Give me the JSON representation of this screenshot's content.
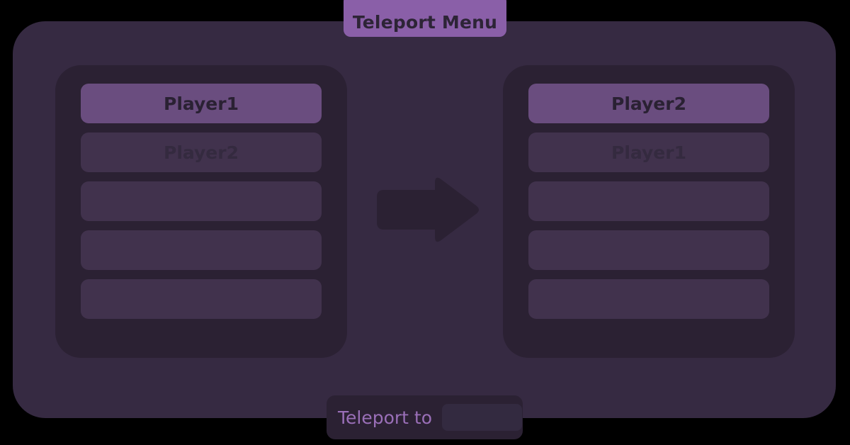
{
  "window": {
    "title": "Teleport Menu"
  },
  "colors": {
    "background": "#000000",
    "outer_panel": "#362a42",
    "inner_panel": "#2b2133",
    "row_selected": "#6a4d7f",
    "row_dim": "#41324d",
    "title_pill": "#8a5fa8",
    "accent_text": "#9a6fb8",
    "input_field": "#332a40"
  },
  "left_panel": {
    "rows": [
      {
        "label": "Player1",
        "state": "selected"
      },
      {
        "label": "Player2",
        "state": "dim"
      },
      {
        "label": "",
        "state": "empty"
      },
      {
        "label": "",
        "state": "empty"
      },
      {
        "label": "",
        "state": "empty"
      }
    ]
  },
  "transfer": {
    "icon": "arrow-right-icon",
    "direction": "right"
  },
  "right_panel": {
    "rows": [
      {
        "label": "Player2",
        "state": "selected"
      },
      {
        "label": "Player1",
        "state": "dim"
      },
      {
        "label": "",
        "state": "empty"
      },
      {
        "label": "",
        "state": "empty"
      },
      {
        "label": "",
        "state": "empty"
      }
    ]
  },
  "footer": {
    "label": "Teleport to",
    "input_value": "",
    "input_placeholder": ""
  }
}
